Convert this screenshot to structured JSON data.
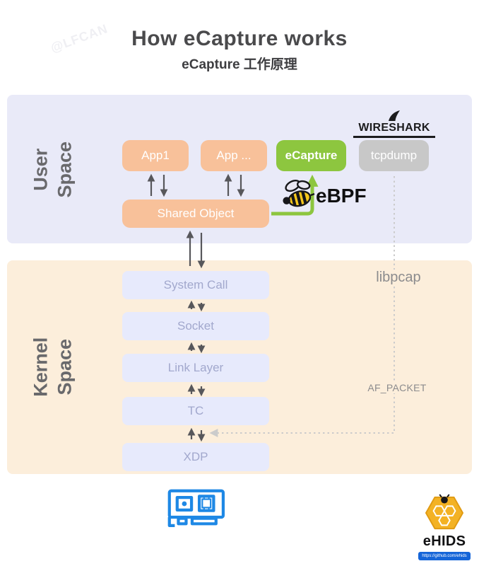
{
  "page": {
    "title": "How eCapture works",
    "subtitle": "eCapture 工作原理"
  },
  "watermark": "@LFCAN",
  "user_space": {
    "label": [
      "User",
      "Space"
    ],
    "app1": "App1",
    "app2": "App ...",
    "ecapture": "eCapture",
    "tcpdump": "tcpdump",
    "shared_object": "Shared Object",
    "wireshark": "WIRESHARK",
    "ebpf": "eBPF"
  },
  "kernel_space": {
    "label": [
      "Kernel",
      "Space"
    ],
    "layers": [
      "System Call",
      "Socket",
      "Link Layer",
      "TC",
      "XDP"
    ],
    "libpcap": "libpcap",
    "af_packet": "AF_PACKET"
  },
  "footer": {
    "ehids_name": "eHIDS",
    "ehids_url": "https://github.com/ehids"
  },
  "colors": {
    "user_panel": "#e9eaf8",
    "kernel_panel": "#fceedb",
    "app_box": "#f8c19a",
    "ecapture_box": "#8dc63f",
    "tcpdump_box": "#c8c8c8",
    "kernel_box": "#e7eafc",
    "arrow": "#57575b",
    "ebpf_green": "#8dc63f",
    "dotted": "#cbcbcb",
    "nic_blue": "#1e88e5",
    "ehids_gold": "#f3b224",
    "ehids_bar_blue": "#1565d8"
  }
}
